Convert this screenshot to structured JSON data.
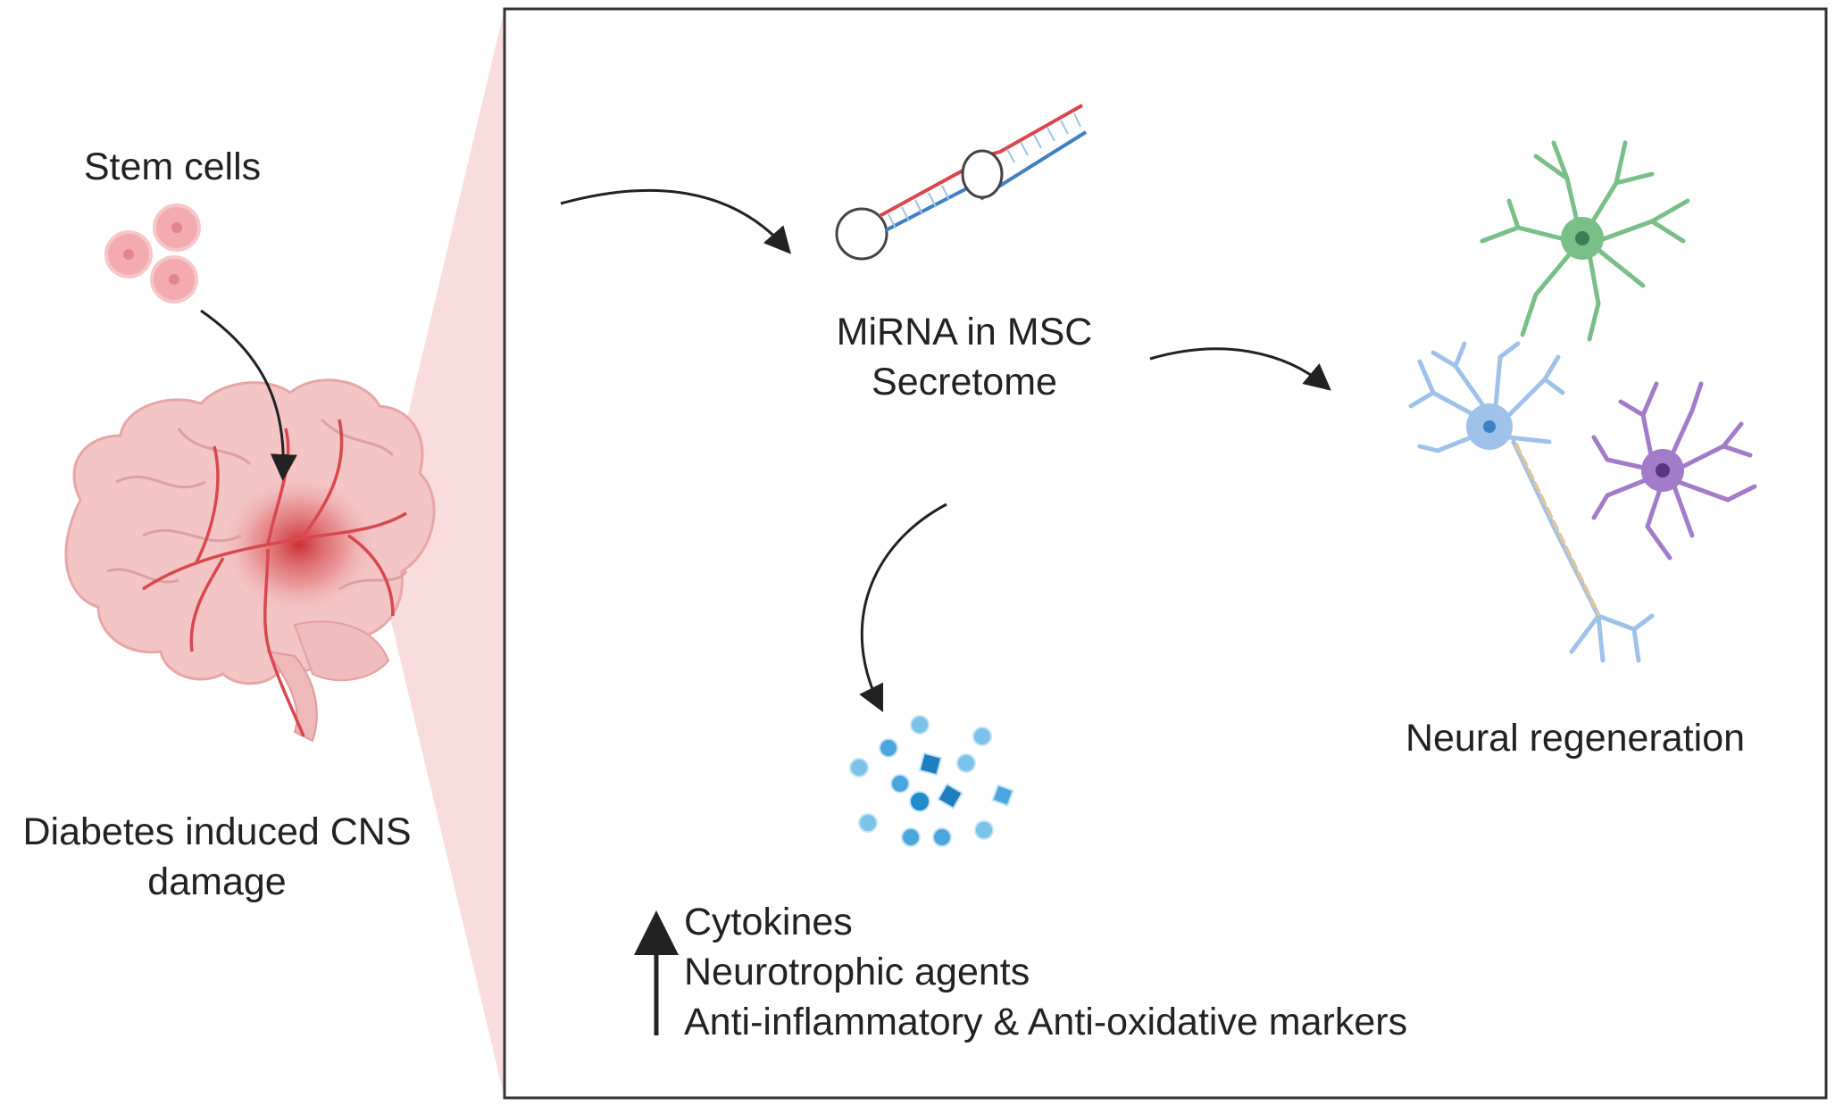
{
  "left": {
    "stem_cells_label": "Stem cells",
    "damage_label_line1": "Diabetes induced CNS",
    "damage_label_line2": "damage"
  },
  "panel": {
    "mirna_label_line1": "MiRNA in MSC",
    "mirna_label_line2": "Secretome",
    "regeneration_label": "Neural regeneration",
    "markers": [
      "Cytokines",
      "Neurotrophic agents",
      "Anti-inflammatory & Anti-oxidative markers"
    ]
  },
  "colors": {
    "brain": "#f4c5c5",
    "brain_vessel": "#d9474f",
    "zoom_wedge": "#f9dcdc",
    "stem_cell": "#f2a3a8",
    "rna_red": "#d8474c",
    "rna_blue": "#3f7fc4",
    "neuron_green": "#79bf88",
    "neuron_blue": "#9fc2ea",
    "neuron_purple": "#a27cc8",
    "molecule_blue": "#4aa6dc"
  }
}
